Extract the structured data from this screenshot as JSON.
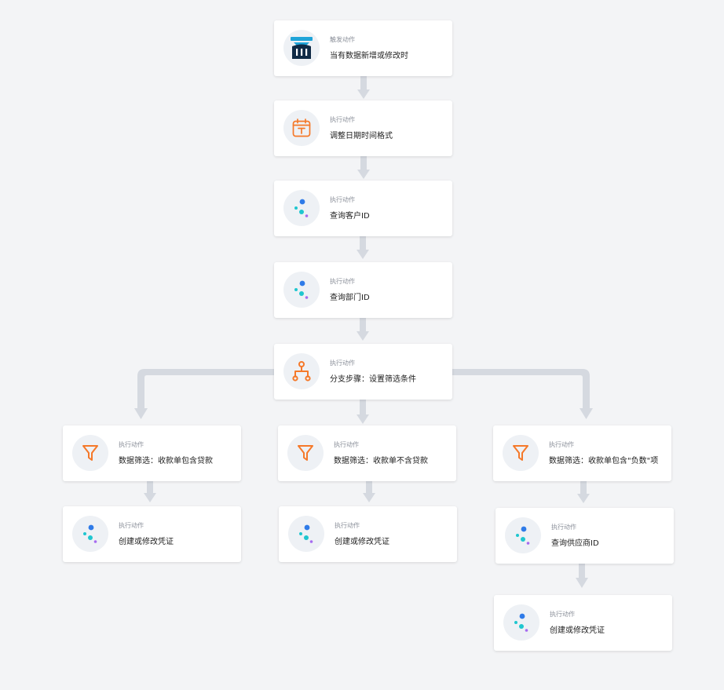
{
  "colors": {
    "background": "#f3f4f6",
    "connector": "#d5d9e0",
    "accent_orange": "#f5792a",
    "trigger_blue": "#1fa4d8",
    "dot_blue": "#2f7be8",
    "dot_cyan": "#1fc6cf",
    "dot_purple": "#a66bf0"
  },
  "nodes": [
    {
      "id": "trigger",
      "type_label": "触发动作",
      "title": "当有数据新增或修改时",
      "icon": "database-trigger-icon"
    },
    {
      "id": "adjust-date",
      "type_label": "执行动作",
      "title": "调整日期时间格式",
      "icon": "calendar-icon"
    },
    {
      "id": "query-customer",
      "type_label": "执行动作",
      "title": "查询客户ID",
      "icon": "query-dots-icon"
    },
    {
      "id": "query-dept",
      "type_label": "执行动作",
      "title": "查询部门ID",
      "icon": "query-dots-icon"
    },
    {
      "id": "branch",
      "type_label": "执行动作",
      "title": "分支步骤：设置筛选条件",
      "icon": "branch-icon"
    },
    {
      "id": "filter-a",
      "type_label": "执行动作",
      "title": "数据筛选：收款单包含贷款",
      "icon": "filter-icon"
    },
    {
      "id": "filter-b",
      "type_label": "执行动作",
      "title": "数据筛选：收款单不含贷款",
      "icon": "filter-icon"
    },
    {
      "id": "filter-c",
      "type_label": "执行动作",
      "title": "数据筛选：收款单包含\"负数\"项",
      "icon": "filter-icon"
    },
    {
      "id": "voucher-a",
      "type_label": "执行动作",
      "title": "创建或修改凭证",
      "icon": "query-dots-icon"
    },
    {
      "id": "voucher-b",
      "type_label": "执行动作",
      "title": "创建或修改凭证",
      "icon": "query-dots-icon"
    },
    {
      "id": "query-supplier",
      "type_label": "执行动作",
      "title": "查询供应商ID",
      "icon": "query-dots-icon"
    },
    {
      "id": "voucher-c",
      "type_label": "执行动作",
      "title": "创建或修改凭证",
      "icon": "query-dots-icon"
    }
  ]
}
